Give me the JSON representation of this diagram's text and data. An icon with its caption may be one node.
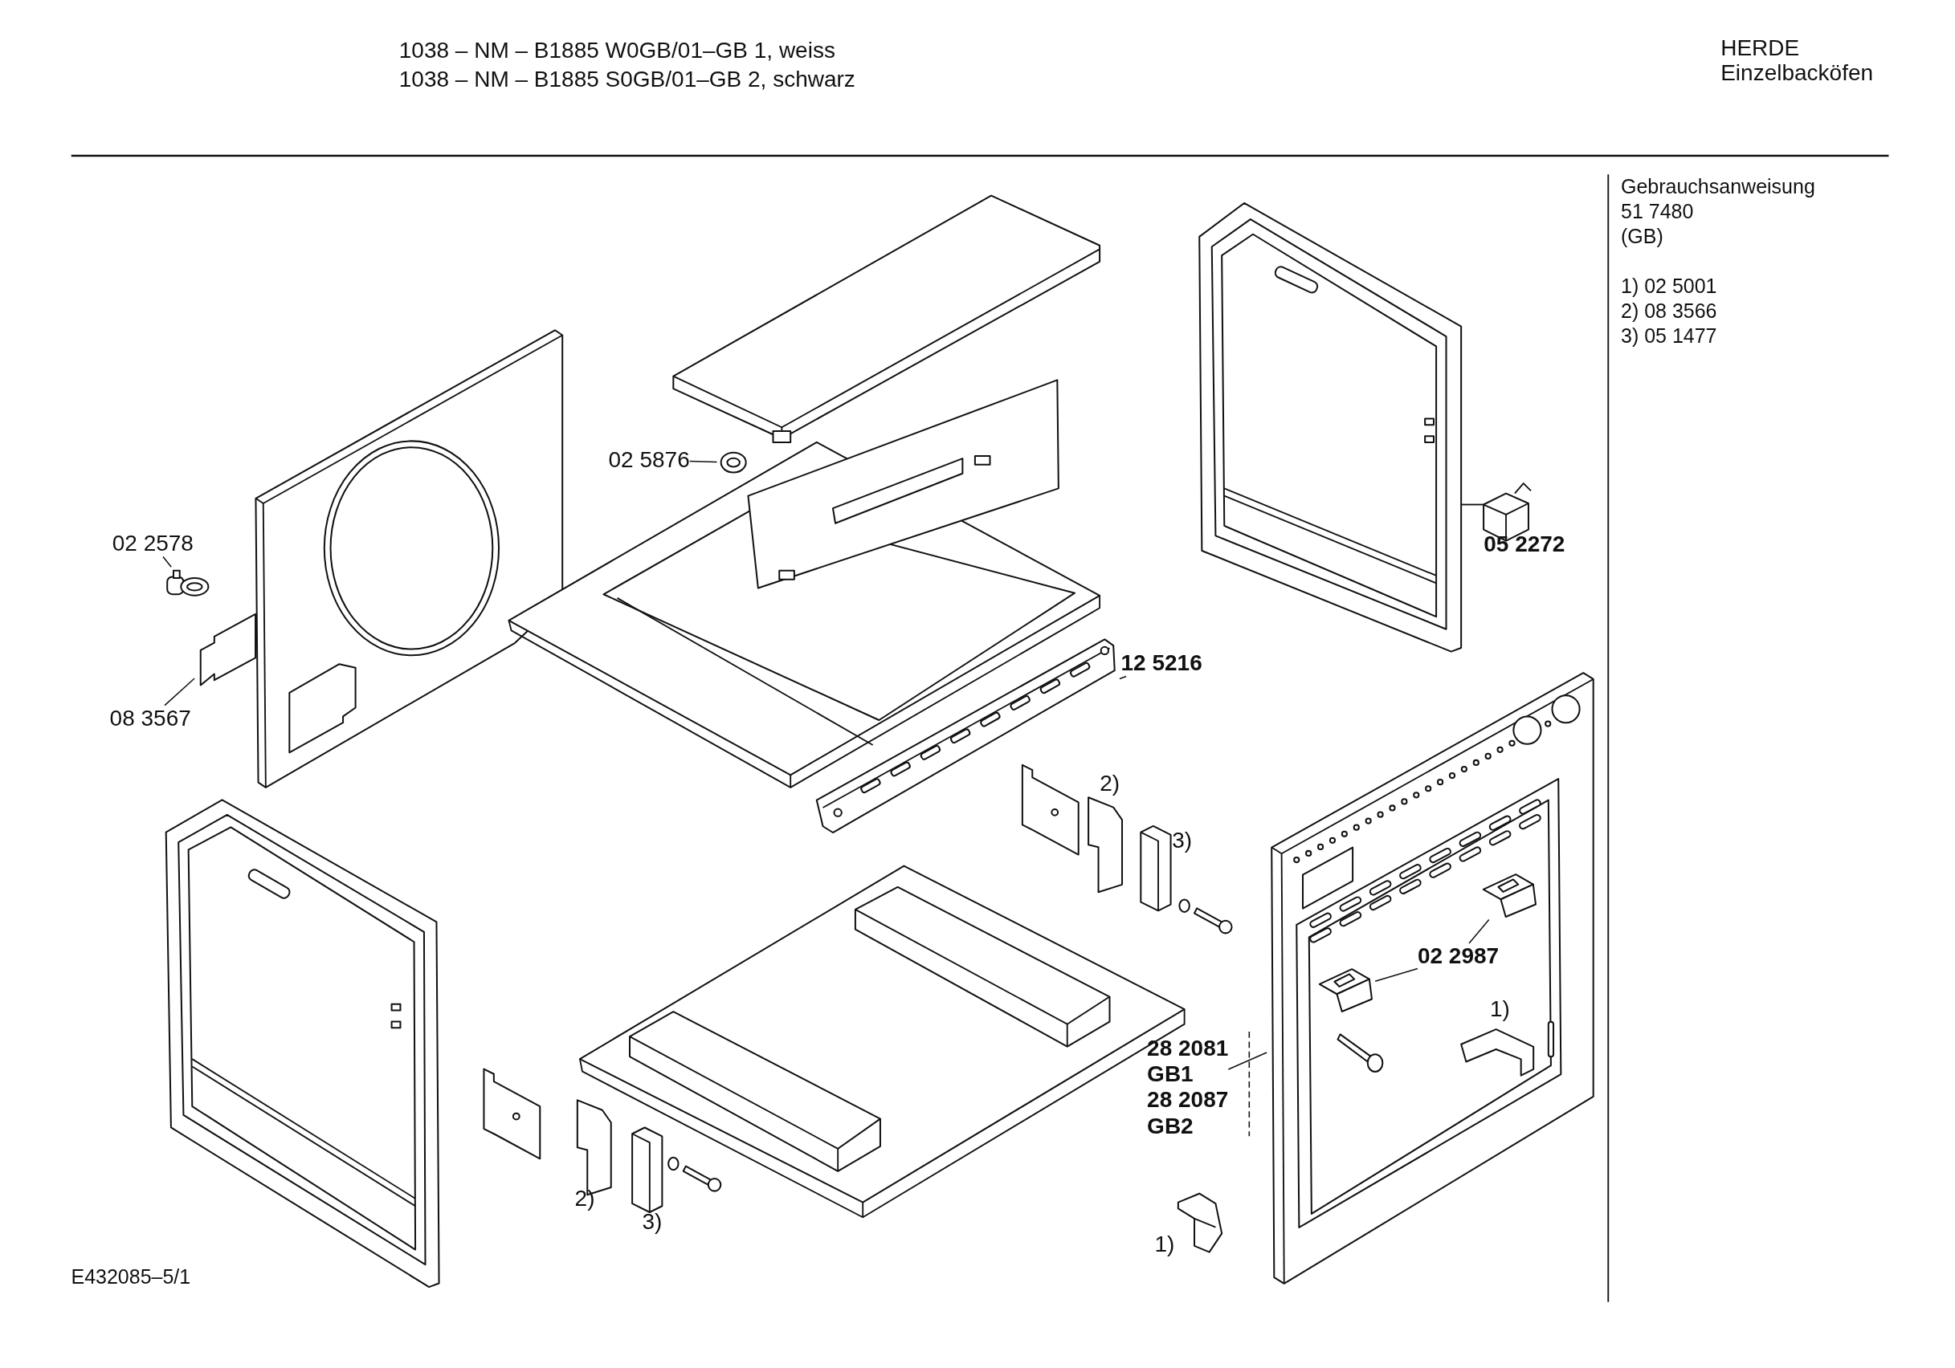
{
  "diagram": {
    "nodes": [
      {
        "text": [
          "02 5876"
        ]
      },
      {
        "text": [],
        "shape": "picture"
      },
      {
        "text": [
          "02 2578"
        ]
      },
      {
        "text": [],
        "shape": "picture"
      },
      {
        "text": [
          "12 5216"
        ]
      },
      {
        "text": [],
        "shape": "picture"
      },
      {
        "text": [
          "08 3567"
        ]
      },
      {
        "text": [],
        "shape": "picture"
      },
      {
        "text": [],
        "shape": "picture"
      },
      {
        "text": [
          "02 2987"
        ],
        "in": 8
      },
      {
        "text": [],
        "shape": "picture",
        "in": 8
      },
      {
        "text": [],
        "shape": "picture",
        "in": 8
      },
      {
        "text": [
          "28 2081",
          "GB1",
          "28 2087",
          "GB2"
        ]
      }
    ],
    "edges": [
      {
        "from": 0,
        "to": 1,
        "arrow": "none"
      },
      {
        "from": 2,
        "to": 3,
        "arrow": "none"
      },
      {
        "from": 4,
        "to": 5,
        "arrow": "none"
      },
      {
        "from": 6,
        "to": 7,
        "arrow": "none"
      },
      {
        "from": 9,
        "to": 10,
        "arrow": "none"
      },
      {
        "from": 9,
        "to": 11,
        "arrow": "none"
      },
      {
        "from": 12,
        "to": 8,
        "arrow": "none"
      }
    ],
    "labels": [
      "1038 – NM – B1885 W0GB/01–GB 1, weiss",
      "HERDE",
      "Einzelbacköfen",
      "1038 – NM – B1885 S0GB/01–GB 2, schwarz",
      "Gebrauchsanweisung",
      "51 7480",
      "(GB)",
      "1) 02 5001",
      "2) 08 3566",
      "3) 05 1477",
      "05 2272",
      "2)",
      "3)",
      "1)",
      "2)",
      "3)",
      "1)",
      "E432085–5/1"
    ]
  }
}
